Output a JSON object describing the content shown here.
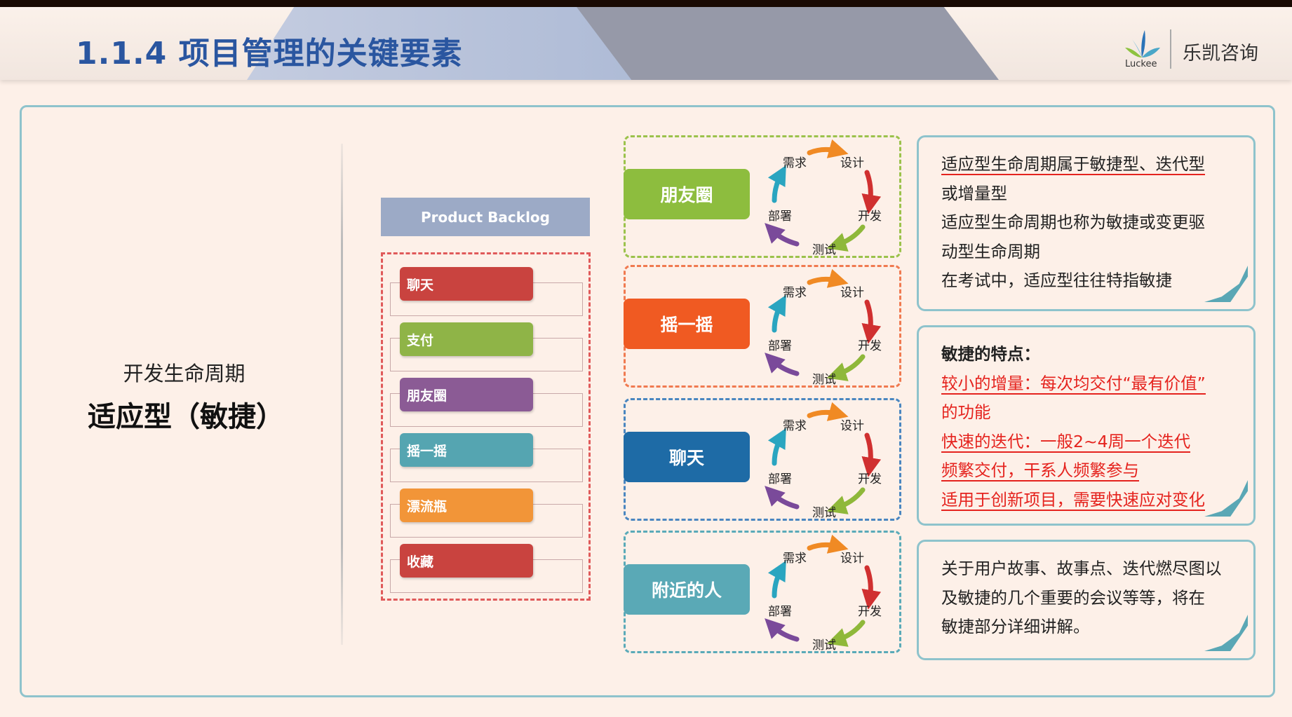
{
  "header": {
    "title": "1.1.4 项目管理的关键要素",
    "logo_text": "乐凯咨询",
    "logo_en": "Luckee"
  },
  "left": {
    "subtitle": "开发生命周期",
    "title": "适应型（敏捷）"
  },
  "backlog": {
    "header": "Product Backlog",
    "items": [
      {
        "label": "聊天",
        "color": "#c9433f"
      },
      {
        "label": "支付",
        "color": "#8fb447"
      },
      {
        "label": "朋友圈",
        "color": "#8b5b95"
      },
      {
        "label": "摇一摇",
        "color": "#55a5b1"
      },
      {
        "label": "漂流瓶",
        "color": "#f29538"
      },
      {
        "label": "收藏",
        "color": "#c9433f"
      }
    ]
  },
  "iterations": [
    {
      "label": "朋友圈",
      "color": "#8dbd3e",
      "border": "#9bc24b"
    },
    {
      "label": "摇一摇",
      "color": "#f05a22",
      "border": "#f07a50"
    },
    {
      "label": "聊天",
      "color": "#1e6ba6",
      "border": "#4a86c0"
    },
    {
      "label": "附近的人",
      "color": "#5aa9b6",
      "border": "#5aaab8"
    }
  ],
  "cycle": {
    "steps": [
      "需求",
      "设计",
      "开发",
      "测试",
      "部署"
    ]
  },
  "notes": {
    "box1": [
      "适应型生命周期属于敏捷型、迭代型",
      "或增量型",
      "适应型生命周期也称为敏捷或变更驱",
      "动型生命周期",
      "在考试中，适应型往往特指敏捷"
    ],
    "box2": {
      "heading": "敏捷的特点：",
      "lines": [
        "较小的增量：每次均交付“最有价值”",
        "的功能",
        "快速的迭代：一般2~4周一个迭代",
        "频繁交付，干系人频繁参与",
        "适用于创新项目，需要快速应对变化"
      ]
    },
    "box3": [
      "关于用户故事、故事点、迭代燃尽图以",
      "及敏捷的几个重要的会议等等，将在",
      "敏捷部分详细讲解。"
    ]
  }
}
